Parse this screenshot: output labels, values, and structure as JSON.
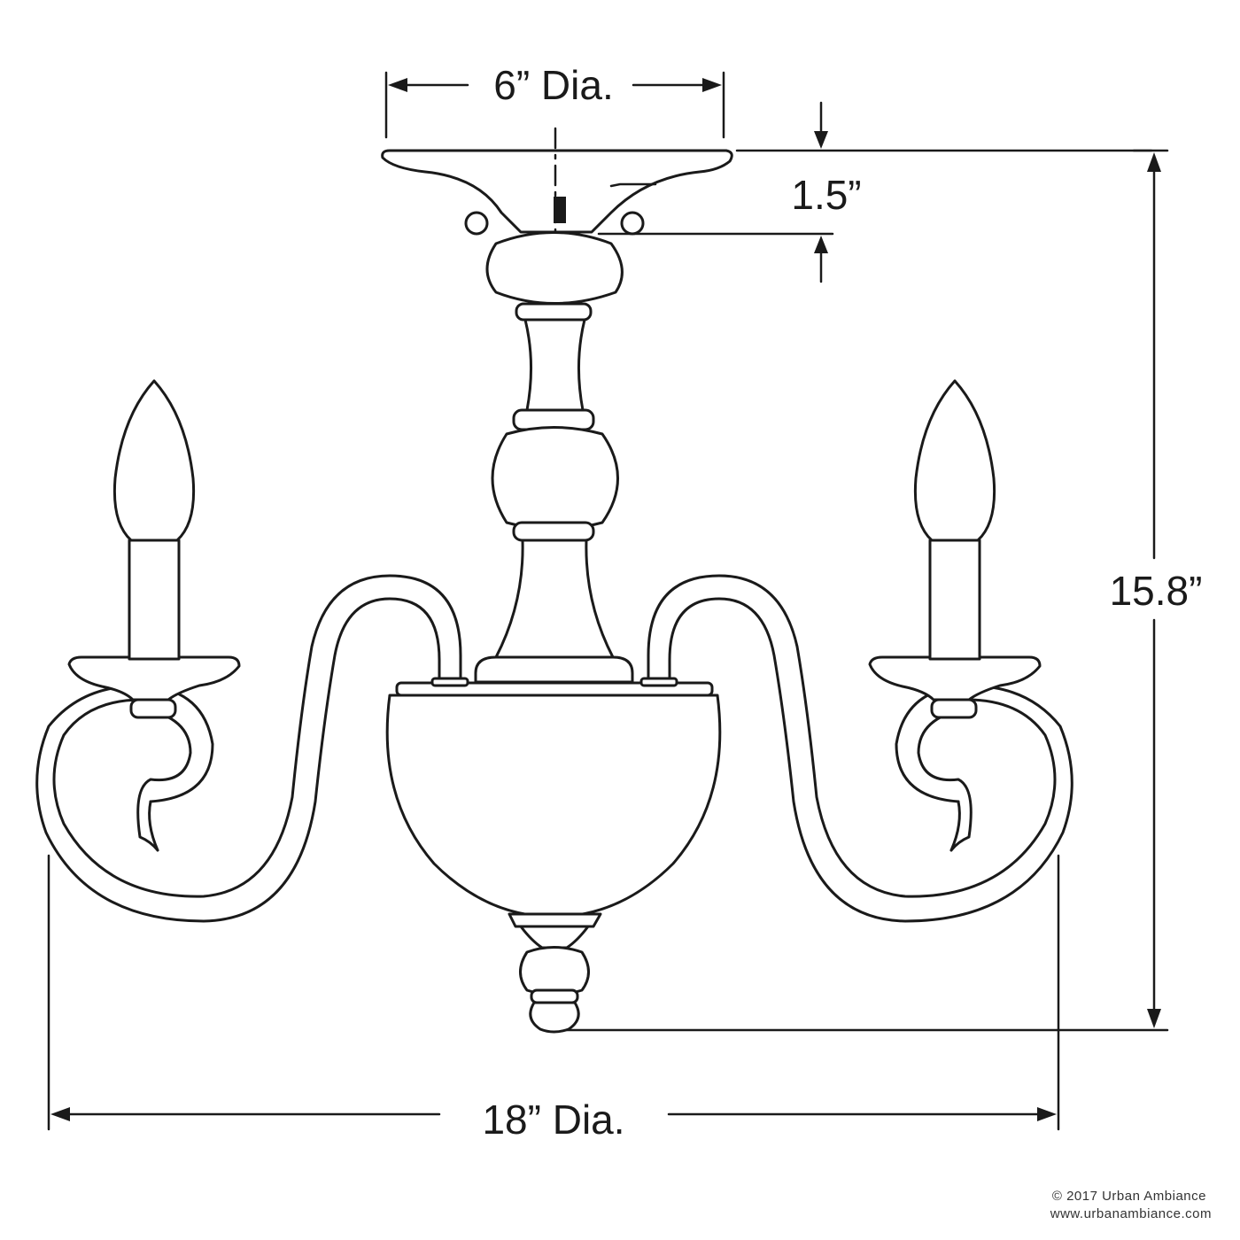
{
  "dimensions": {
    "canopy_diameter": "6” Dia.",
    "canopy_height": "1.5”",
    "overall_height": "15.8”",
    "overall_diameter": "18” Dia."
  },
  "credits": {
    "copyright": "© 2017 Urban Ambiance",
    "website": "www.urbanambiance.com"
  },
  "colors": {
    "line": "#1a1a1a",
    "background": "#ffffff"
  }
}
